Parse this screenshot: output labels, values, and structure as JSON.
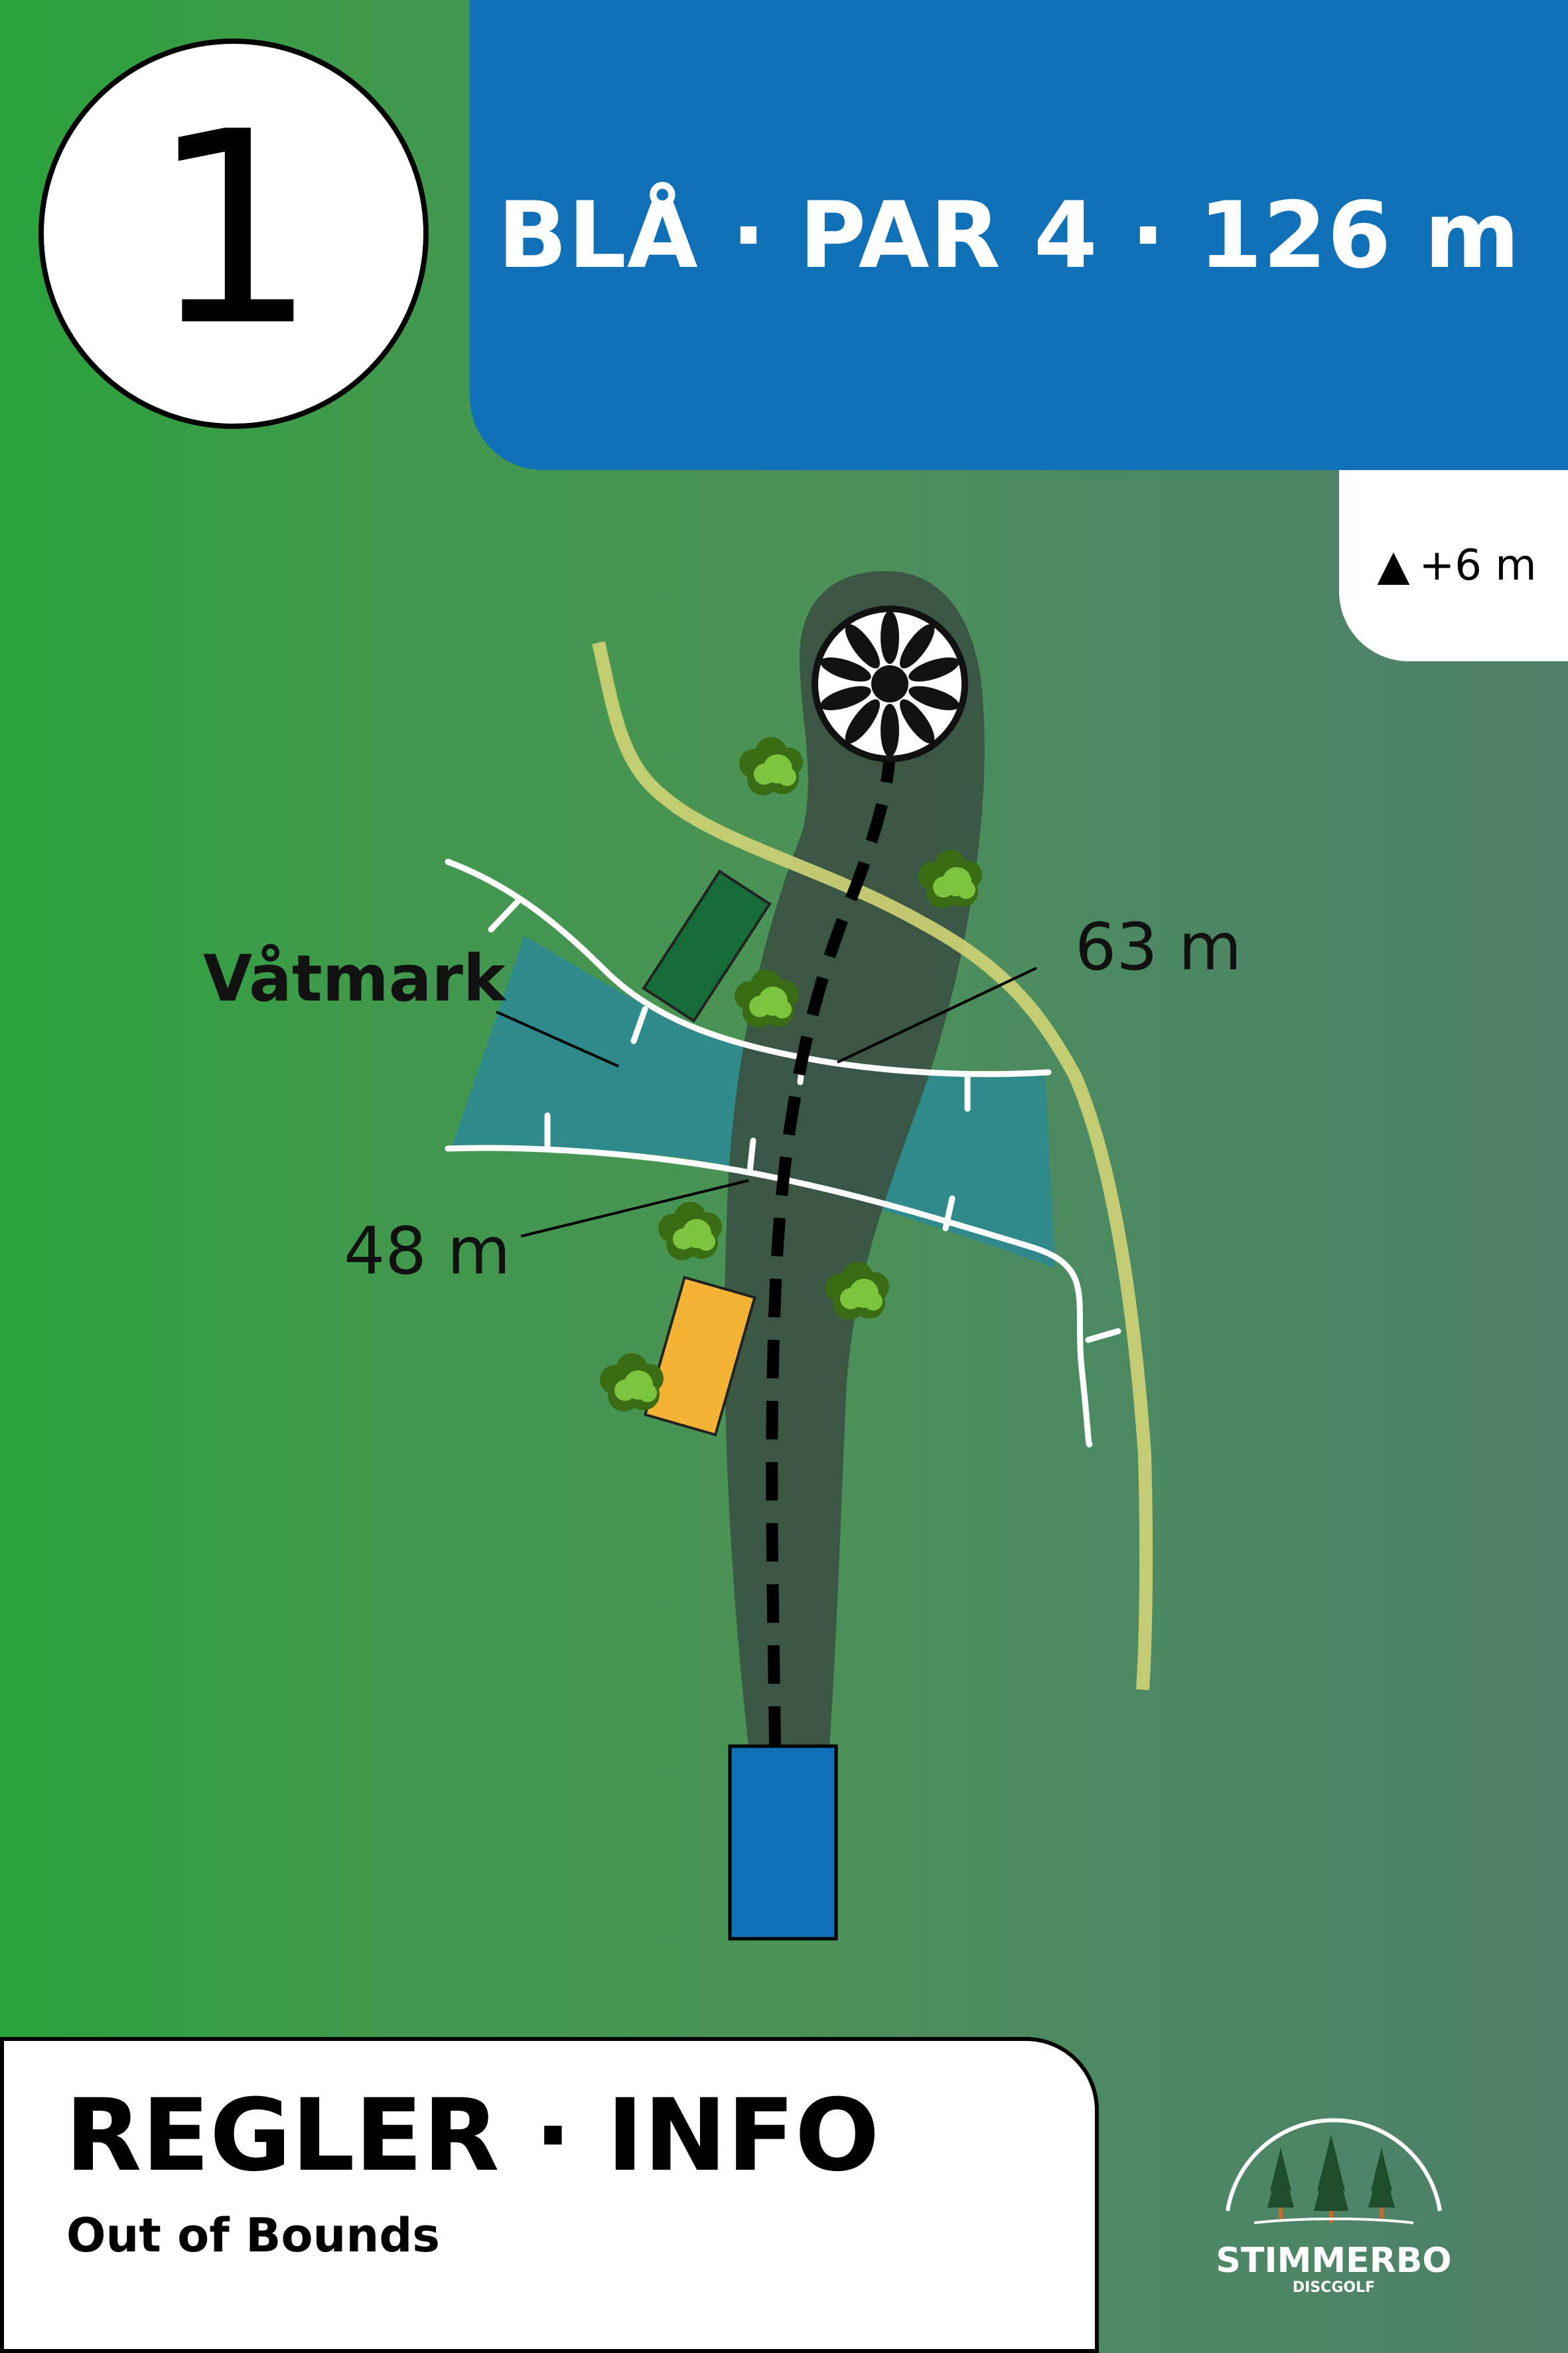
{
  "hole": {
    "number": "1"
  },
  "header": {
    "text": "BLÅ · PAR 4 · 126 m"
  },
  "elevation": {
    "symbol": "▲",
    "text": "+6 m"
  },
  "map": {
    "labels": {
      "wetland": "Våtmark",
      "dist_far": "63 m",
      "dist_near": "48 m"
    }
  },
  "info": {
    "title": "REGLER · INFO",
    "subtitle": "Out of Bounds"
  },
  "logo": {
    "name": "STIMMERBO",
    "sub": "DISCGOLF"
  },
  "colors": {
    "header_blue": "#1070b8",
    "fairway": "#3a5443",
    "wetland": "#2e8a8e",
    "path": "#cdd175",
    "tee": "#1070b8",
    "building_green": "#166c37",
    "building_orange": "#f5b335",
    "tree": "#7cc43d"
  }
}
